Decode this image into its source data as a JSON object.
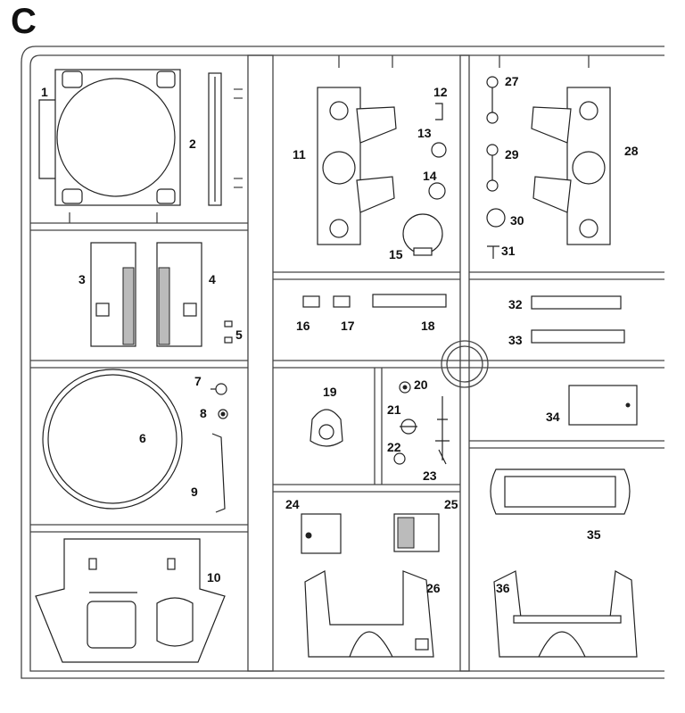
{
  "sprue": {
    "letter": "C",
    "part_numbers": [
      "1",
      "2",
      "3",
      "4",
      "5",
      "6",
      "7",
      "8",
      "9",
      "10",
      "11",
      "12",
      "13",
      "14",
      "15",
      "16",
      "17",
      "18",
      "19",
      "20",
      "21",
      "22",
      "23",
      "24",
      "25",
      "26",
      "27",
      "28",
      "29",
      "30",
      "31",
      "32",
      "33",
      "34",
      "35",
      "36"
    ]
  }
}
